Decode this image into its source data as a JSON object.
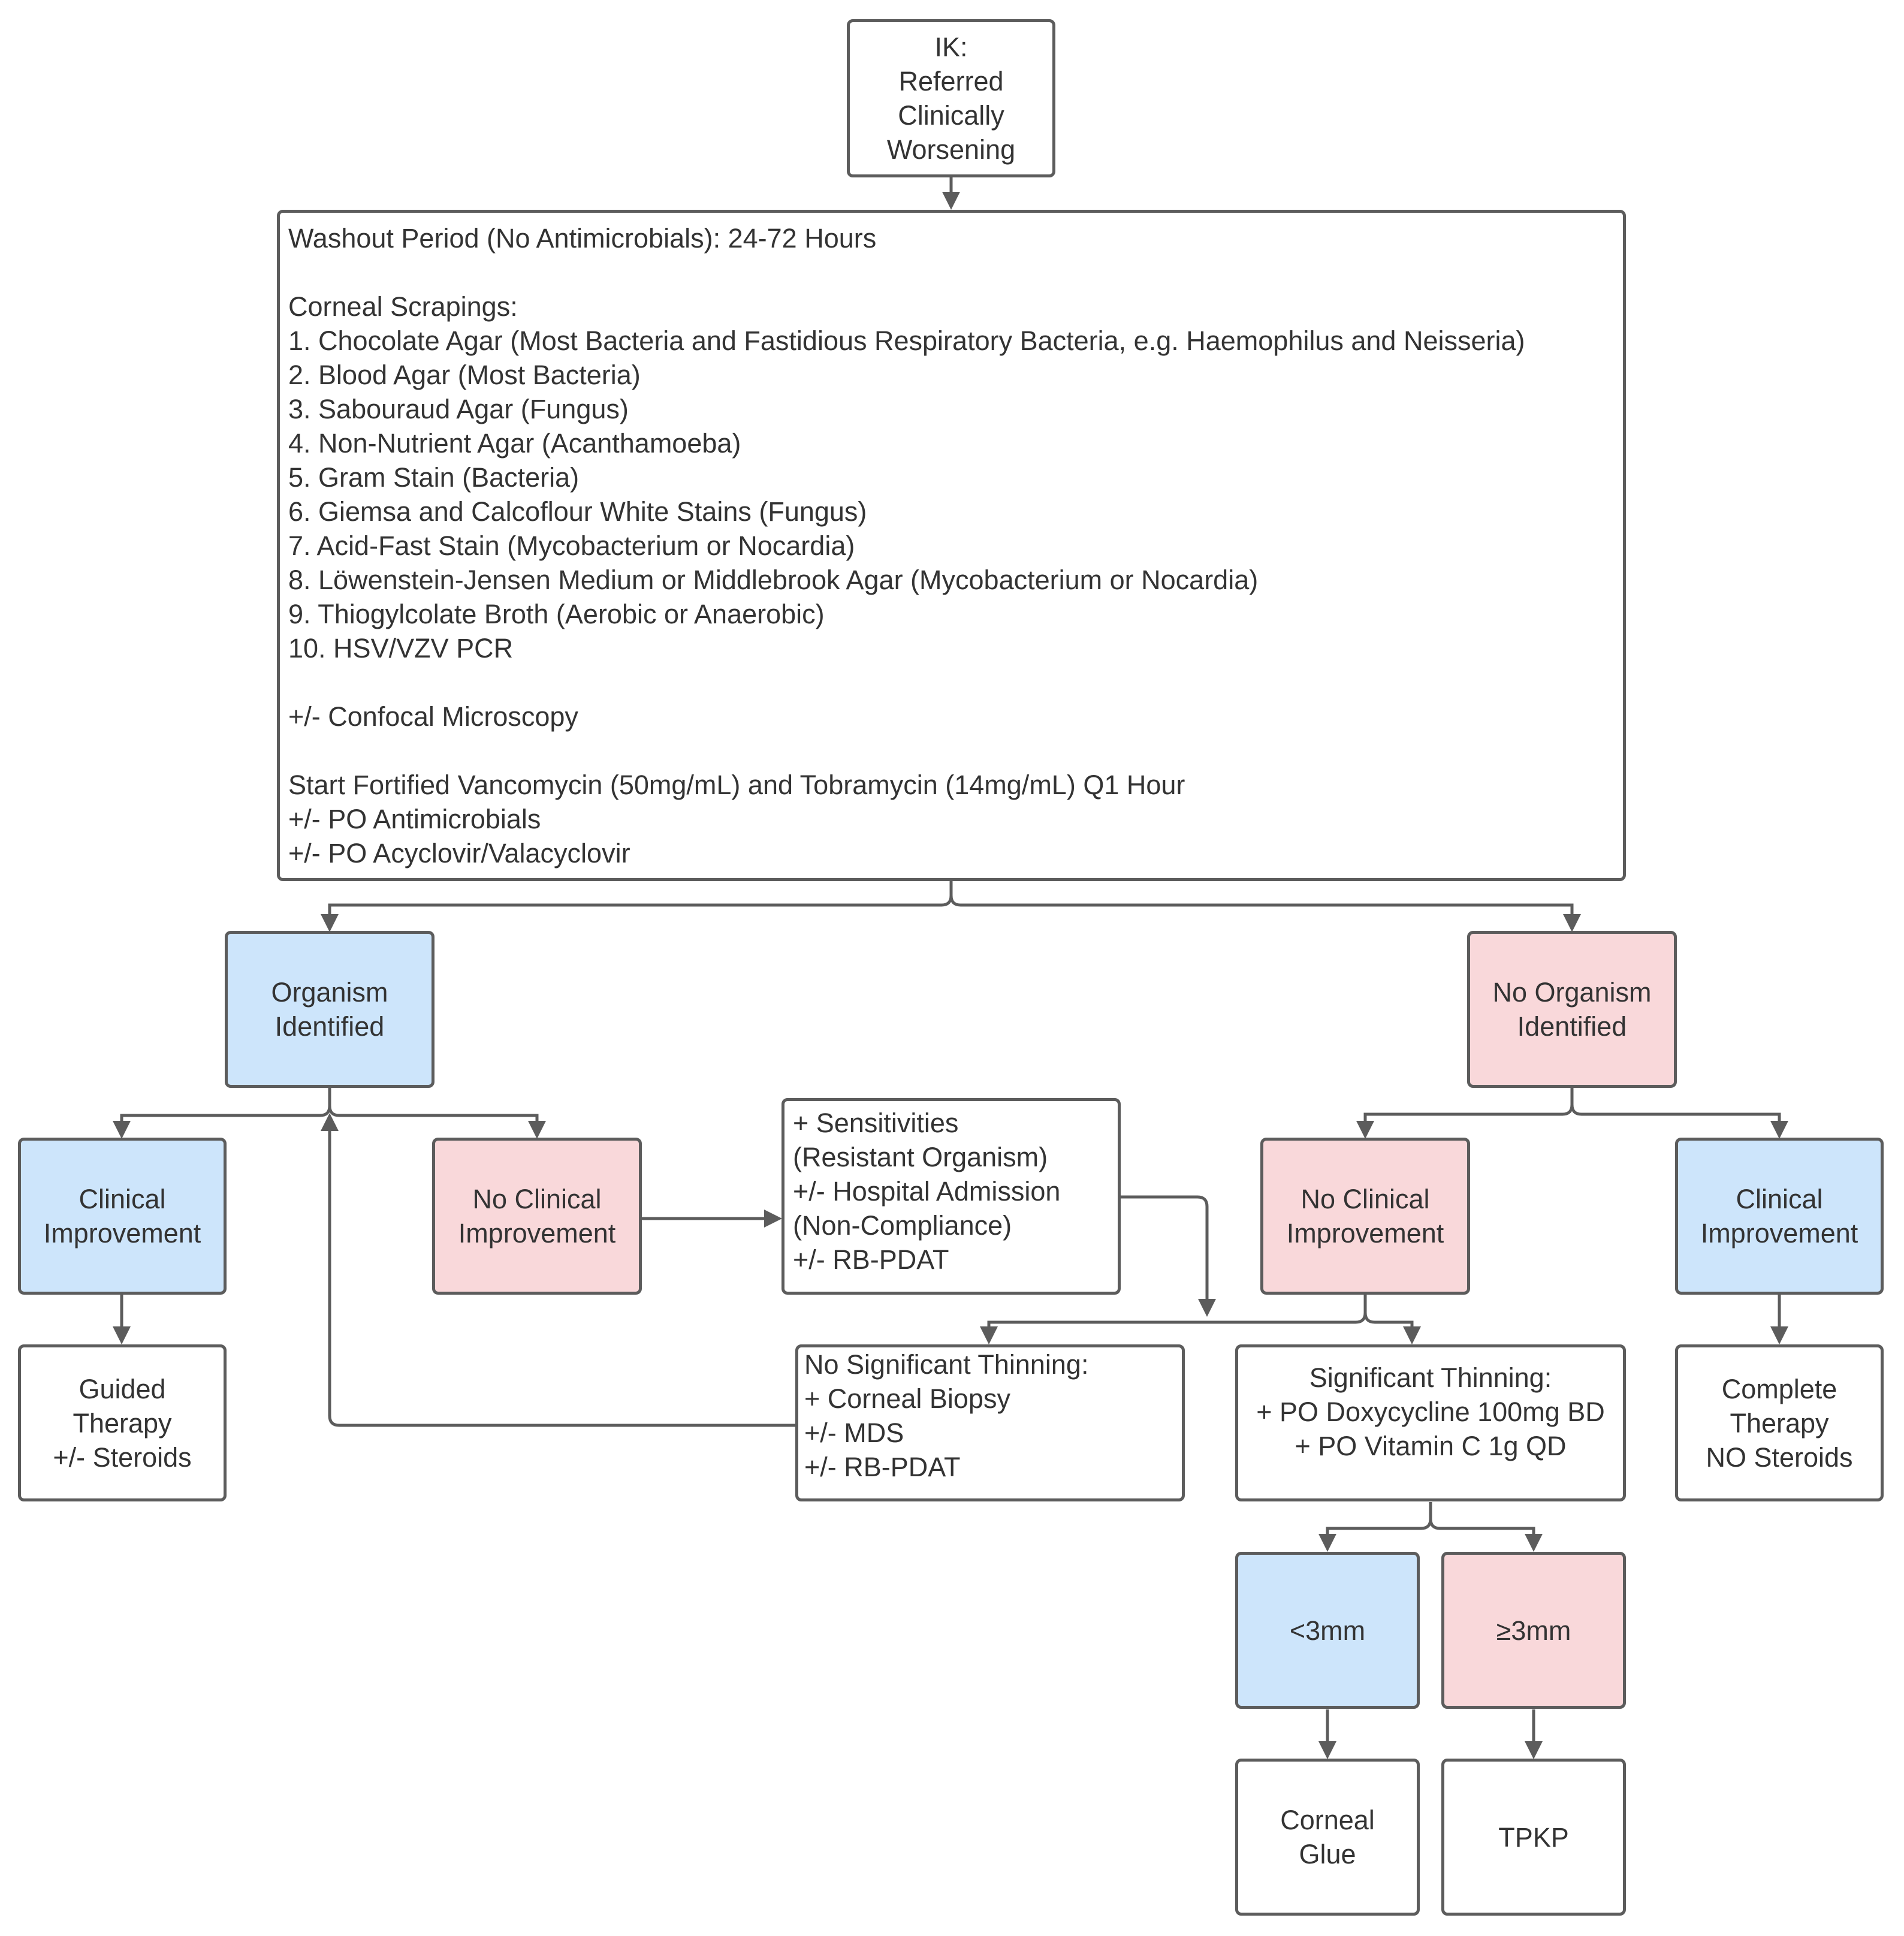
{
  "colors": {
    "positive": "#cde5fb",
    "negative": "#f9d8da",
    "border": "#5c5c5c",
    "text": "#333333"
  },
  "nodes": {
    "start": [
      "IK:",
      "Referred",
      "Clinically",
      "Worsening"
    ],
    "workup": [
      "Washout Period (No Antimicrobials): 24-72 Hours",
      "",
      "Corneal Scrapings:",
      "1. Chocolate Agar (Most Bacteria and Fastidious Respiratory Bacteria, e.g. Haemophilus and Neisseria)",
      "2. Blood Agar (Most Bacteria)",
      "3. Sabouraud Agar (Fungus)",
      "4. Non-Nutrient Agar (Acanthamoeba)",
      "5. Gram Stain (Bacteria)",
      "6. Giemsa and Calcoflour White Stains (Fungus)",
      "7. Acid-Fast Stain (Mycobacterium or Nocardia)",
      "8. Löwenstein-Jensen Medium or Middlebrook Agar (Mycobacterium or Nocardia)",
      "9. Thiogylcolate Broth (Aerobic or Anaerobic)",
      "10. HSV/VZV PCR",
      "",
      "+/- Confocal Microscopy",
      "",
      "Start Fortified Vancomycin (50mg/mL) and Tobramycin (14mg/mL) Q1 Hour",
      "+/- PO Antimicrobials",
      "+/- PO Acyclovir/Valacyclovir"
    ],
    "organism_identified": [
      "Organism",
      "Identified"
    ],
    "no_organism_identified": [
      "No Organism",
      "Identified"
    ],
    "left_clinical_improvement": [
      "Clinical",
      "Improvement"
    ],
    "left_no_clinical_improvement": [
      "No Clinical",
      "Improvement"
    ],
    "sensitivities": [
      "+ Sensitivities",
      "(Resistant Organism)",
      "+/- Hospital Admission",
      "(Non-Compliance)",
      "+/- RB-PDAT"
    ],
    "right_no_clinical_improvement": [
      "No Clinical",
      "Improvement"
    ],
    "right_clinical_improvement": [
      "Clinical",
      "Improvement"
    ],
    "guided_therapy": [
      "Guided",
      "Therapy",
      "+/- Steroids"
    ],
    "no_significant_thinning": [
      "No Significant Thinning:",
      "+ Corneal Biopsy",
      "+/- MDS",
      "+/- RB-PDAT"
    ],
    "significant_thinning": [
      "Significant Thinning:",
      "+ PO Doxycycline 100mg BD",
      "+ PO Vitamin C 1g QD"
    ],
    "complete_therapy": [
      "Complete",
      "Therapy",
      "NO Steroids"
    ],
    "less_3mm": [
      "<3mm"
    ],
    "ge_3mm": [
      "≥3mm"
    ],
    "corneal_glue": [
      "Corneal",
      "Glue"
    ],
    "tpkp": [
      "TPKP"
    ]
  }
}
